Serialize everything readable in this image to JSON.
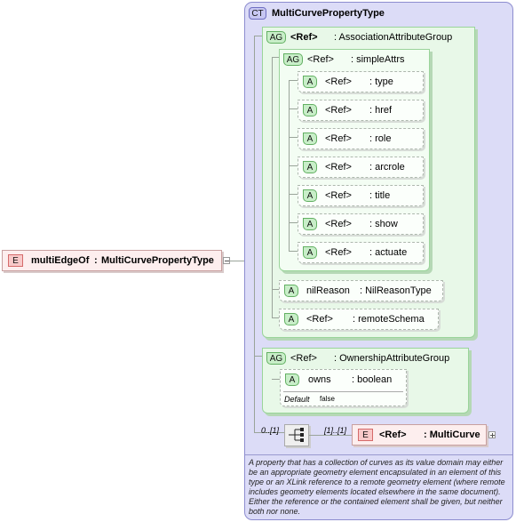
{
  "root_element": {
    "tag": "E",
    "name": "multiEdgeOf",
    "sep": ":",
    "type": "MultiCurvePropertyType"
  },
  "complex_type": {
    "tag": "CT",
    "name": "MultiCurvePropertyType"
  },
  "association_group": {
    "tag": "AG",
    "ref": "<Ref>",
    "name": ": AssociationAttributeGroup"
  },
  "simple_attrs": {
    "tag": "AG",
    "ref": "<Ref>",
    "name": ": simpleAttrs"
  },
  "simple_attr_items": [
    {
      "tag": "A",
      "ref": "<Ref>",
      "name": ": type"
    },
    {
      "tag": "A",
      "ref": "<Ref>",
      "name": ": href"
    },
    {
      "tag": "A",
      "ref": "<Ref>",
      "name": ": role"
    },
    {
      "tag": "A",
      "ref": "<Ref>",
      "name": ": arcrole"
    },
    {
      "tag": "A",
      "ref": "<Ref>",
      "name": ": title"
    },
    {
      "tag": "A",
      "ref": "<Ref>",
      "name": ": show"
    },
    {
      "tag": "A",
      "ref": "<Ref>",
      "name": ": actuate"
    }
  ],
  "nil_reason": {
    "tag": "A",
    "name": "nilReason",
    "type": ": NilReasonType"
  },
  "remote_schema": {
    "tag": "A",
    "ref": "<Ref>",
    "name": ": remoteSchema"
  },
  "ownership_group": {
    "tag": "AG",
    "ref": "<Ref>",
    "name": ": OwnershipAttributeGroup"
  },
  "owns": {
    "tag": "A",
    "name": "owns",
    "type": ": boolean",
    "default_label": "Default",
    "default_value": "false"
  },
  "sequence": {
    "occurs": "0..[1]",
    "child_occurs": "[1]..[1]"
  },
  "multi_curve": {
    "tag": "E",
    "ref": "<Ref>",
    "name": ": MultiCurve"
  },
  "annotation": "A property that has a collection of curves as its value domain may either be an appropriate geometry element encapsulated in an element of this type or an XLink reference to a remote geometry element (where remote includes geometry elements located elsewhere in the same document). Either the reference or the contained element shall be given, but neither both nor none."
}
